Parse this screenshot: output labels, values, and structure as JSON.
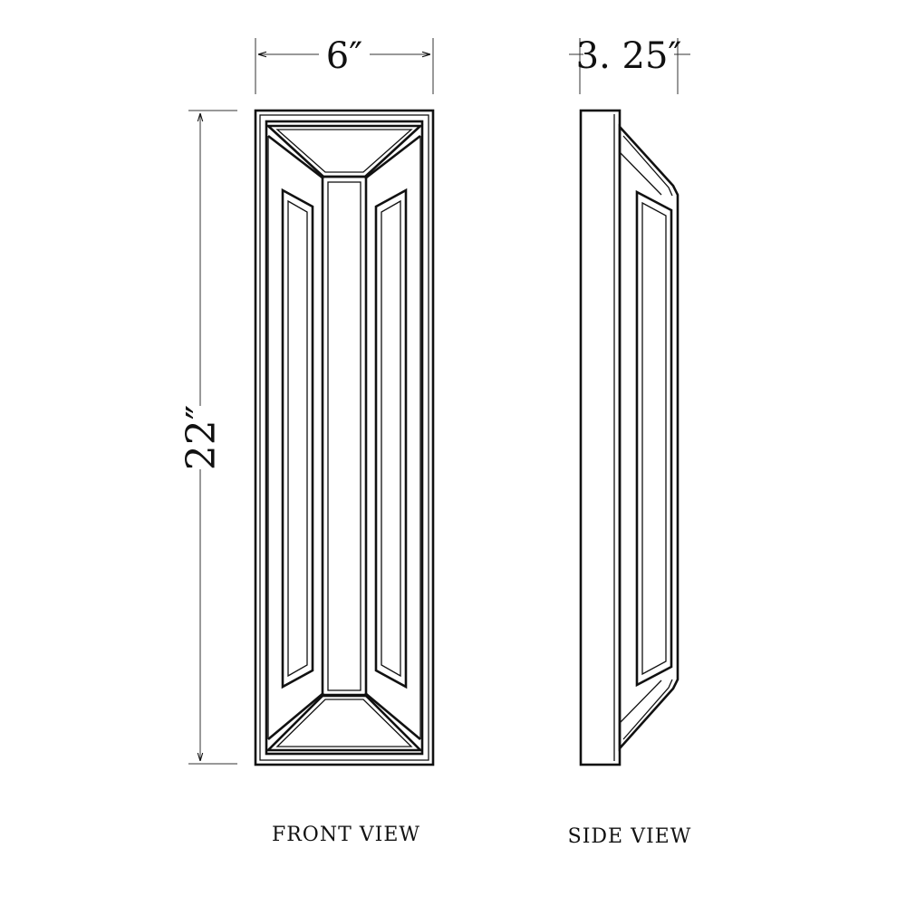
{
  "dimensions": {
    "width": "6″",
    "depth": "3. 25″",
    "height": "22″"
  },
  "captions": {
    "front": "FRONT VIEW",
    "side": "SIDE VIEW"
  },
  "colors": {
    "line": "#111111",
    "background": "#ffffff"
  }
}
